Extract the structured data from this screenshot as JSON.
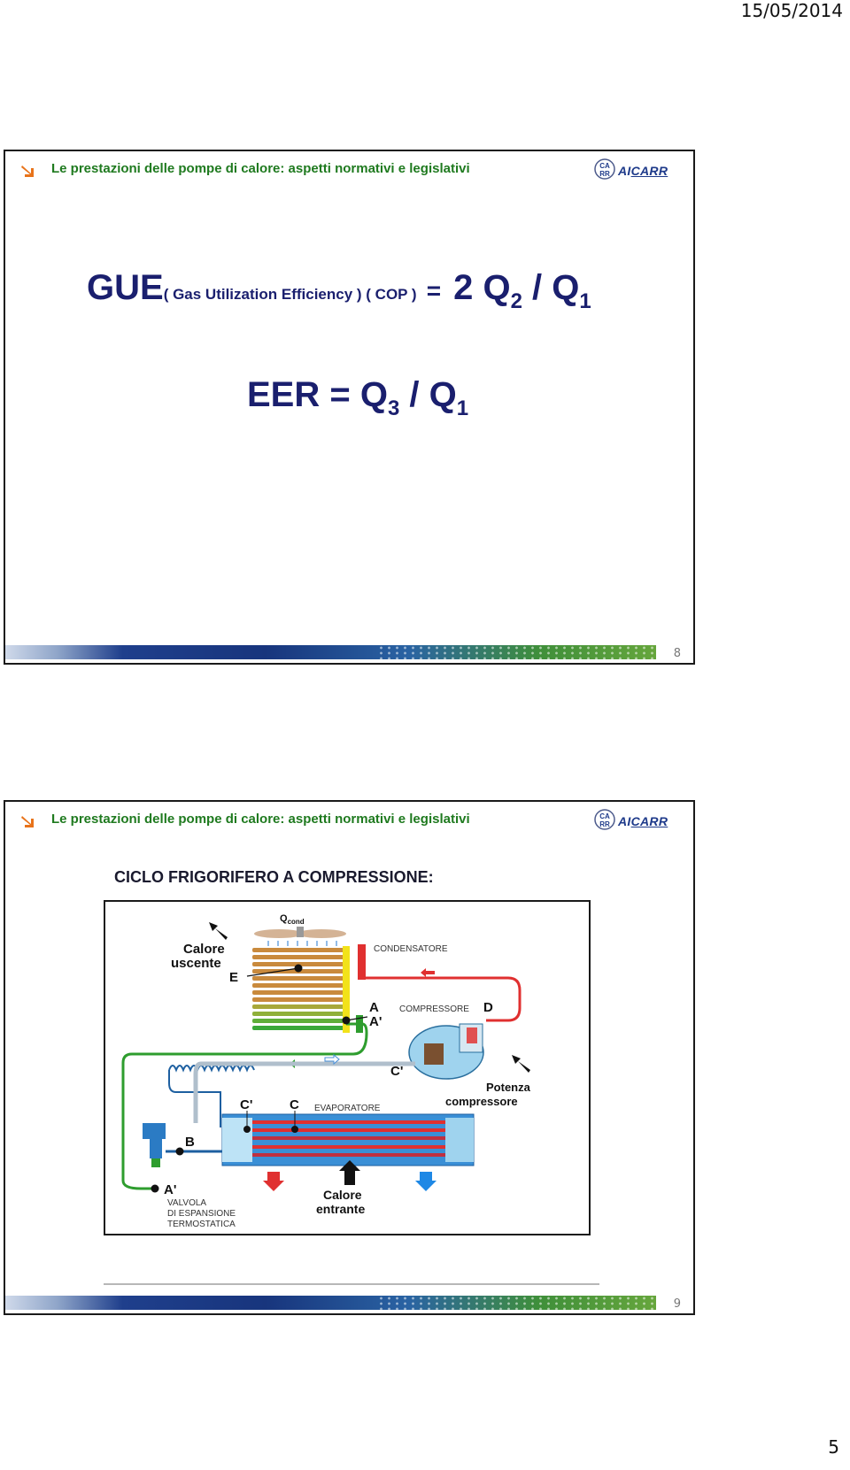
{
  "document": {
    "print_date": "15/05/2014",
    "page_number": "5"
  },
  "slides": [
    {
      "header_title": "Le prestazioni delle pompe di calore: aspetti normativi e legislativi",
      "logo_badge": "CA RR",
      "logo_text_a": "AI",
      "logo_text_b": "CARR",
      "slide_number": "8",
      "formula_gue": {
        "lhs": "GUE",
        "note": "( Gas Utilization Efficiency ) ( COP )",
        "eq": "=",
        "rhs_a": "2 Q",
        "sub_a": "2",
        "rhs_b": " / Q",
        "sub_b": "1"
      },
      "formula_eer": {
        "lhs": "EER = Q",
        "sub_a": "3",
        "rhs": " / Q",
        "sub_b": "1"
      }
    },
    {
      "header_title": "Le prestazioni delle pompe di calore: aspetti normativi e legislativi",
      "logo_badge": "CA RR",
      "logo_text_a": "AI",
      "logo_text_b": "CARR",
      "slide_number": "9",
      "diagram_title": "CICLO FRIGORIFERO A COMPRESSIONE:",
      "diagram": {
        "q_cond": "Q",
        "q_cond_sub": "cond",
        "calore_uscente_1": "Calore",
        "calore_uscente_2": "uscente",
        "condensatore": "CONDENSATORE",
        "compressore": "COMPRESSORE",
        "evaporatore": "EVAPORATORE",
        "valvola_1": "VALVOLA",
        "valvola_2": "DI ESPANSIONE",
        "valvola_3": "TERMOSTATICA",
        "potenza_1": "Potenza",
        "potenza_2": "compressore",
        "calore_entrante_1": "Calore",
        "calore_entrante_2": "entrante",
        "point_a": "A",
        "point_a_prime": "A'",
        "point_a_prime_valve": "A'",
        "point_b": "B",
        "point_c": "C",
        "point_c_prime": "C'",
        "point_c_prime_comp": "C'",
        "point_d": "D",
        "point_e": "E"
      },
      "colors": {
        "hot_gas": "#e03030",
        "liquid": "#2e9d2e",
        "cold_water": "#1e88e5",
        "condenser_yellow": "#f2e21a"
      }
    }
  ]
}
